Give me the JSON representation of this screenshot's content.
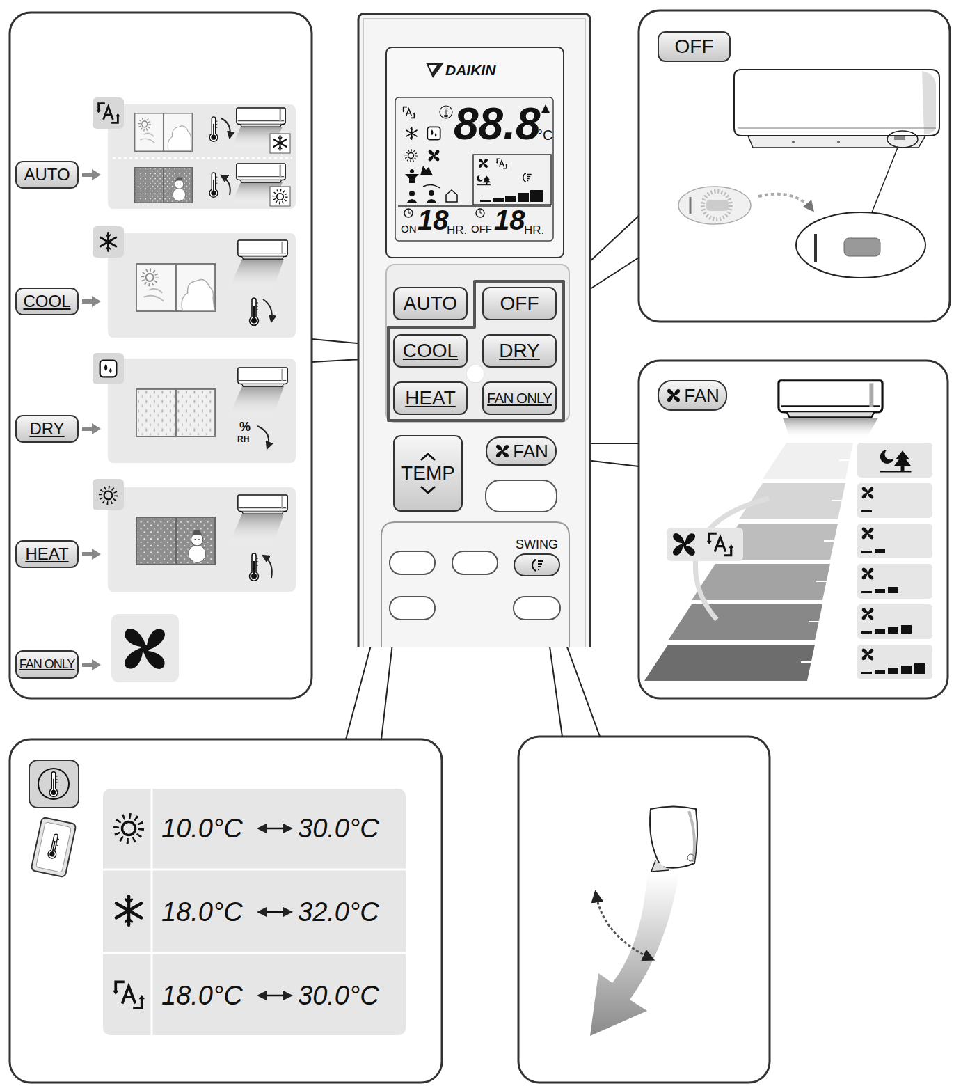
{
  "diagram": {
    "nodes": [
      {
        "text": [
          "AUTO"
        ]
      },
      {
        "text": [
          "COOL"
        ]
      },
      {
        "text": [
          "DRY"
        ]
      },
      {
        "text": [
          "HEAT"
        ]
      },
      {
        "text": [
          "FAN ONLY"
        ]
      },
      {
        "text": [
          "AUTO"
        ]
      },
      {
        "text": [
          "OFF"
        ]
      },
      {
        "text": [
          "COOL"
        ]
      },
      {
        "text": [
          "DRY"
        ]
      },
      {
        "text": [
          "HEAT"
        ]
      },
      {
        "text": [
          "FAN ONLY"
        ]
      },
      {
        "text": [
          "TEMP"
        ]
      },
      {
        "text": [
          "FAN"
        ]
      },
      {
        "text": [
          "SWING"
        ]
      },
      {
        "text": [
          "OFF"
        ]
      },
      {
        "text": [
          "FAN"
        ]
      }
    ],
    "labels": [
      "DAIKIN",
      "88.8",
      "°C",
      "ON",
      "18",
      "HR.",
      "OFF",
      "18",
      "HR.",
      "10.0°C",
      "30.0°C",
      "18.0°C",
      "32.0°C",
      "18.0°C",
      "30.0°C",
      "%",
      "RH"
    ]
  }
}
